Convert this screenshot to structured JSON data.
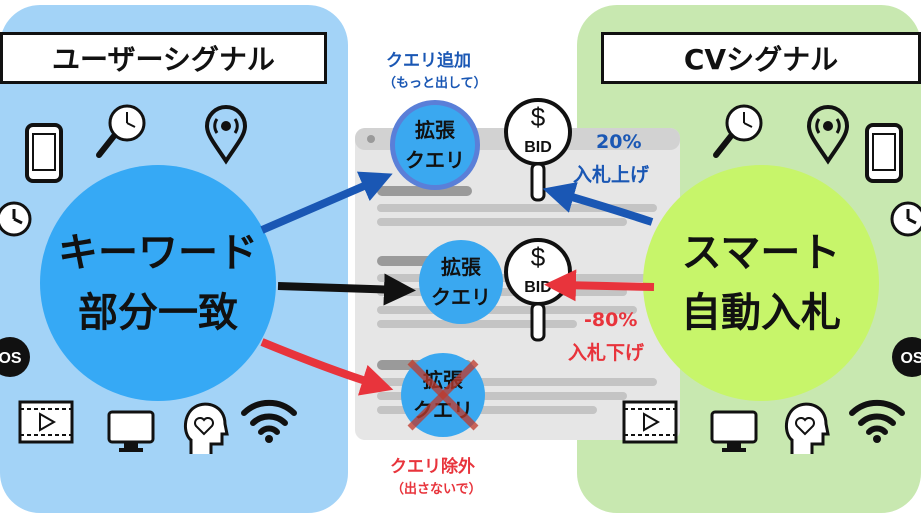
{
  "panels": {
    "left_title": "ユーザーシグナル",
    "right_title": "CVシグナル"
  },
  "center": {
    "keyword_line1": "キーワード",
    "keyword_line2": "部分一致",
    "smart_line1": "スマート",
    "smart_line2": "自動入札"
  },
  "queries": {
    "add_title": "クエリ追加",
    "add_sub": "（もっと出して）",
    "exclude_title": "クエリ除外",
    "exclude_sub": "（出さないで）",
    "bubble_line1": "拡張",
    "bubble_line2": "クエリ"
  },
  "bids": {
    "bid_text": "BID",
    "dollar": "$",
    "up_pct": "20%",
    "up_label": "入札上げ",
    "down_pct": "-80%",
    "down_label": "入札下げ"
  },
  "icons": {
    "os_label": "OS"
  },
  "colors": {
    "left_panel": "#a3d3f7",
    "right_panel": "#c8e8b0",
    "keyword_circle": "#36a9f5",
    "smart_circle": "#c7f56a",
    "arrow_blue": "#1a57b4",
    "arrow_red": "#e8343c",
    "arrow_black": "#111111"
  }
}
